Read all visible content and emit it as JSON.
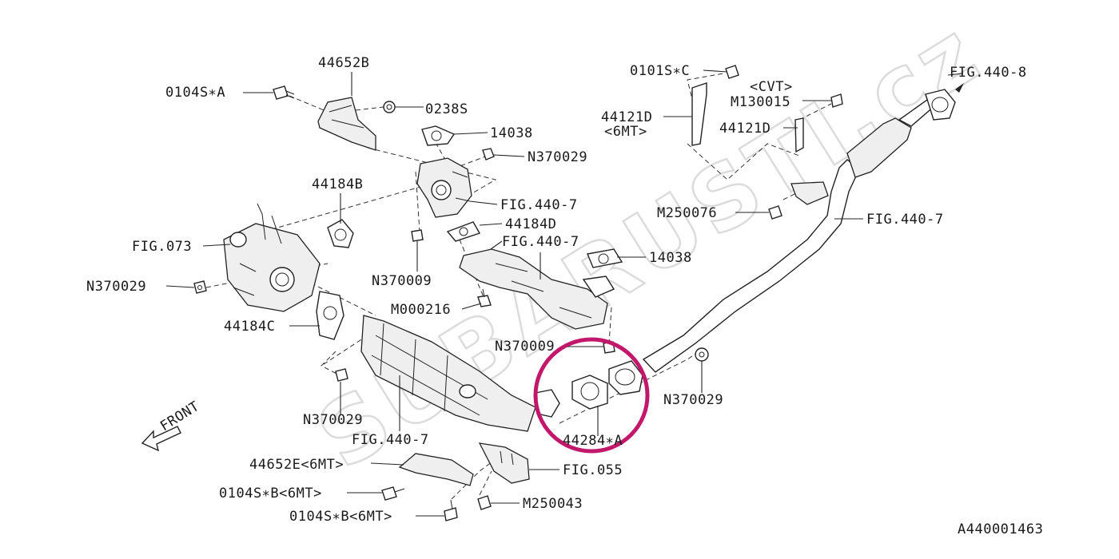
{
  "watermark": "SUBARUSTI.cz",
  "front_label": "FRONT",
  "highlight_color": "#c2186b",
  "drawing_code": "A440001463",
  "callouts": {
    "p44652B": "44652B",
    "p0104SA": "0104S∗A",
    "p0238S": "0238S",
    "p14038_top": "14038",
    "pN370029_a": "N370029",
    "p44184B": "44184B",
    "pFIG4407_a": "FIG.440-7",
    "p44184D": "44184D",
    "pFIG4407_b": "FIG.440-7",
    "pFIG073": "FIG.073",
    "pN370029_b": "N370029",
    "pN370009_a": "N370009",
    "pM000216": "M000216",
    "p44184C": "44184C",
    "pN370009_b": "N370009",
    "pN370029_c": "N370029",
    "pFIG4407_c": "FIG.440-7",
    "p44652E": "44652E<6MT>",
    "p0104SB_a": "0104S∗B<6MT>",
    "p0104SB_b": "0104S∗B<6MT>",
    "pFIG055": "FIG.055",
    "pM250043": "M250043",
    "p44284A": "44284∗A",
    "pN370029_d": "N370029",
    "p14038_mid": "14038",
    "pM250076": "M250076",
    "pFIG4407_d": "FIG.440-7",
    "p44121D_6mt": "44121D",
    "p6MT": "<6MT>",
    "p0101SC": "0101S∗C",
    "pCVT": "<CVT>",
    "pM130015": "M130015",
    "p44121D_cvt": "44121D",
    "pFIG4408": "FIG.440-8"
  }
}
